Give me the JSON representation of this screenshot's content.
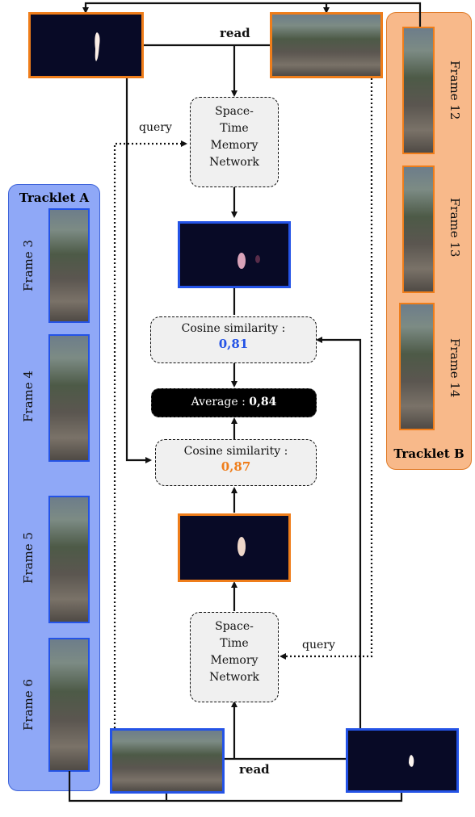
{
  "tracklet_a": {
    "title": "Tracklet A",
    "frames": [
      "Frame 3",
      "Frame 4",
      "Frame 5",
      "Frame 6"
    ]
  },
  "tracklet_b": {
    "title": "Tracklet B",
    "frames": [
      "Frame 12",
      "Frame 13",
      "Frame 14"
    ]
  },
  "top": {
    "read_label": "read",
    "query_label": "query",
    "stm_label": "Space-Time Memory Network",
    "stm_lines": [
      "Space-",
      "Time",
      "Memory",
      "Network"
    ],
    "cosine_label": "Cosine similarity :",
    "cosine_value": "0,81"
  },
  "average": {
    "label": "Average : ",
    "value": "0,84"
  },
  "bottom": {
    "read_label": "read",
    "query_label": "query",
    "stm_lines": [
      "Space-",
      "Time",
      "Memory",
      "Network"
    ],
    "cosine_label": "Cosine similarity :",
    "cosine_value": "0,87"
  },
  "colors": {
    "tracklet_a": "#2453e6",
    "tracklet_b": "#ef7d1a",
    "value_blue": "#2453e6",
    "value_orange": "#ef7d1a"
  }
}
